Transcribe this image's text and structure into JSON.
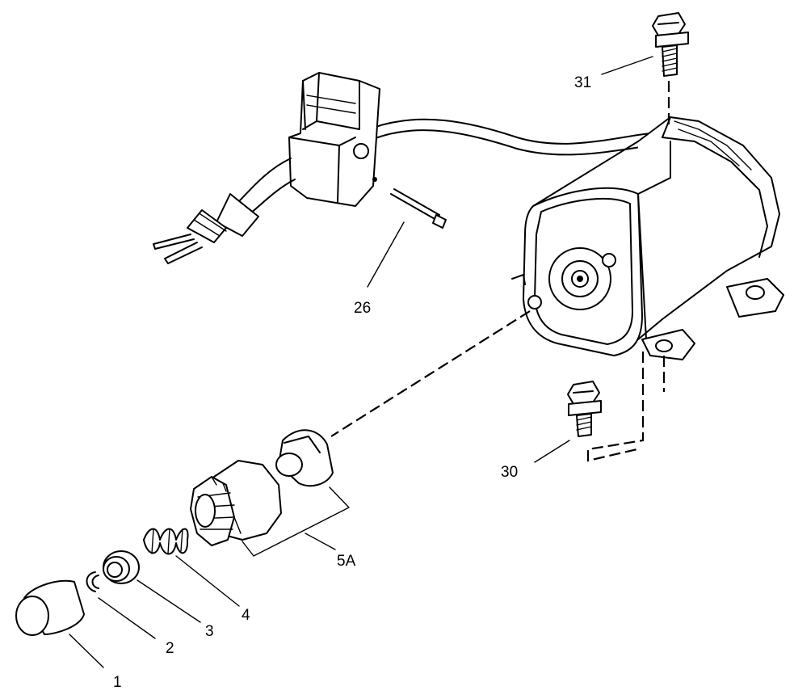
{
  "diagram": {
    "callouts": [
      {
        "id": "1",
        "text": "1"
      },
      {
        "id": "2",
        "text": "2"
      },
      {
        "id": "3",
        "text": "3"
      },
      {
        "id": "4",
        "text": "4"
      },
      {
        "id": "5A",
        "text": "5A"
      },
      {
        "id": "26",
        "text": "26"
      },
      {
        "id": "30",
        "text": "30"
      },
      {
        "id": "31",
        "text": "31"
      }
    ]
  }
}
